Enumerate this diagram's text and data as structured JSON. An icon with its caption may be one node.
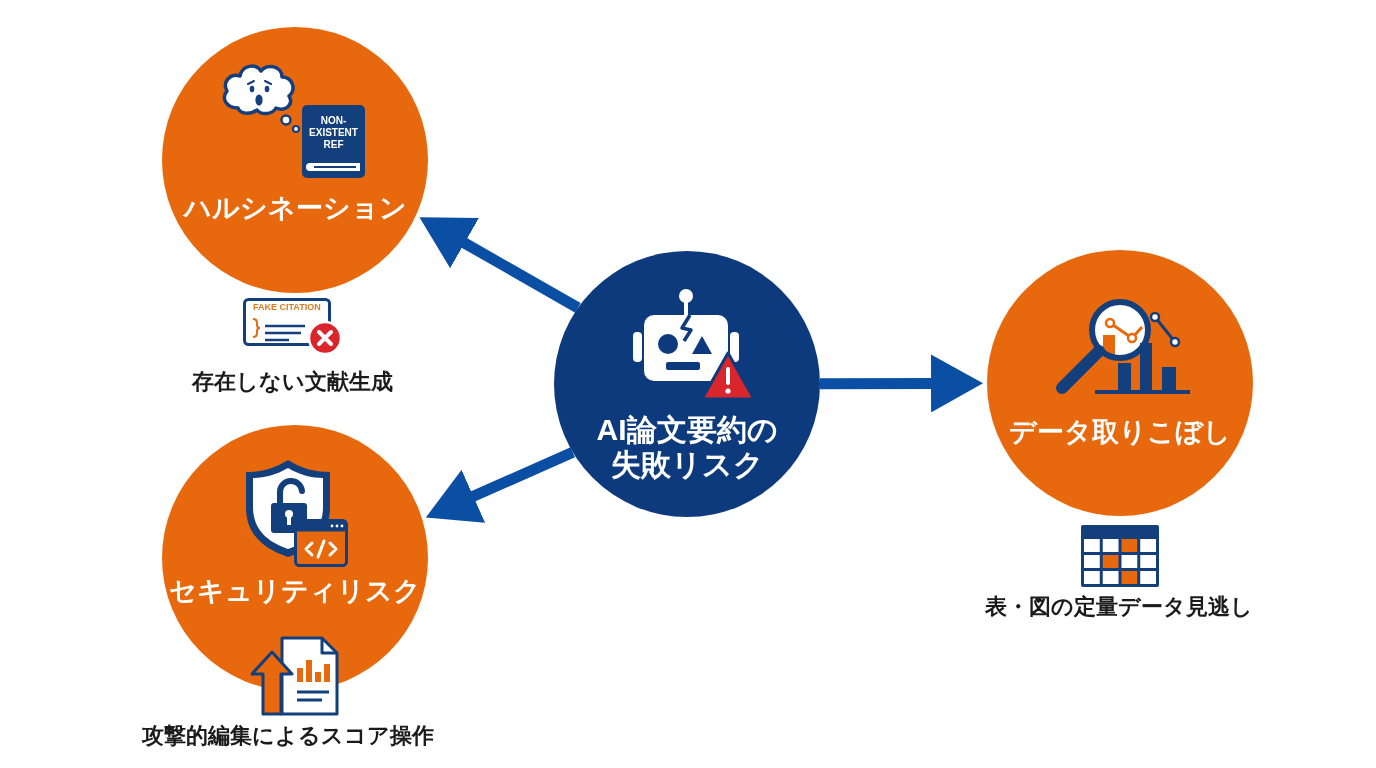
{
  "diagram": {
    "nodes": [
      {
        "text": [
          "ハルシネーション"
        ]
      },
      {
        "text": [
          "AI論文要約の失敗リスク"
        ]
      },
      {
        "text": [
          "データ取りこぼし"
        ],
        "beside": [
          "表・図の定量データ見逃し"
        ]
      },
      {
        "text": [
          "セキュリティリスク"
        ],
        "beside": [
          "攻撃的編集によるスコア操作"
        ]
      }
    ],
    "edges": [
      {
        "from": 1,
        "to": 0,
        "arrow": "to"
      },
      {
        "from": 1,
        "to": 2,
        "arrow": "to"
      },
      {
        "from": 1,
        "to": 3,
        "arrow": "to"
      }
    ],
    "labels": [
      "NON-EXISTENT REF",
      "FAKE CITATION",
      "存在しない文献生成"
    ]
  }
}
